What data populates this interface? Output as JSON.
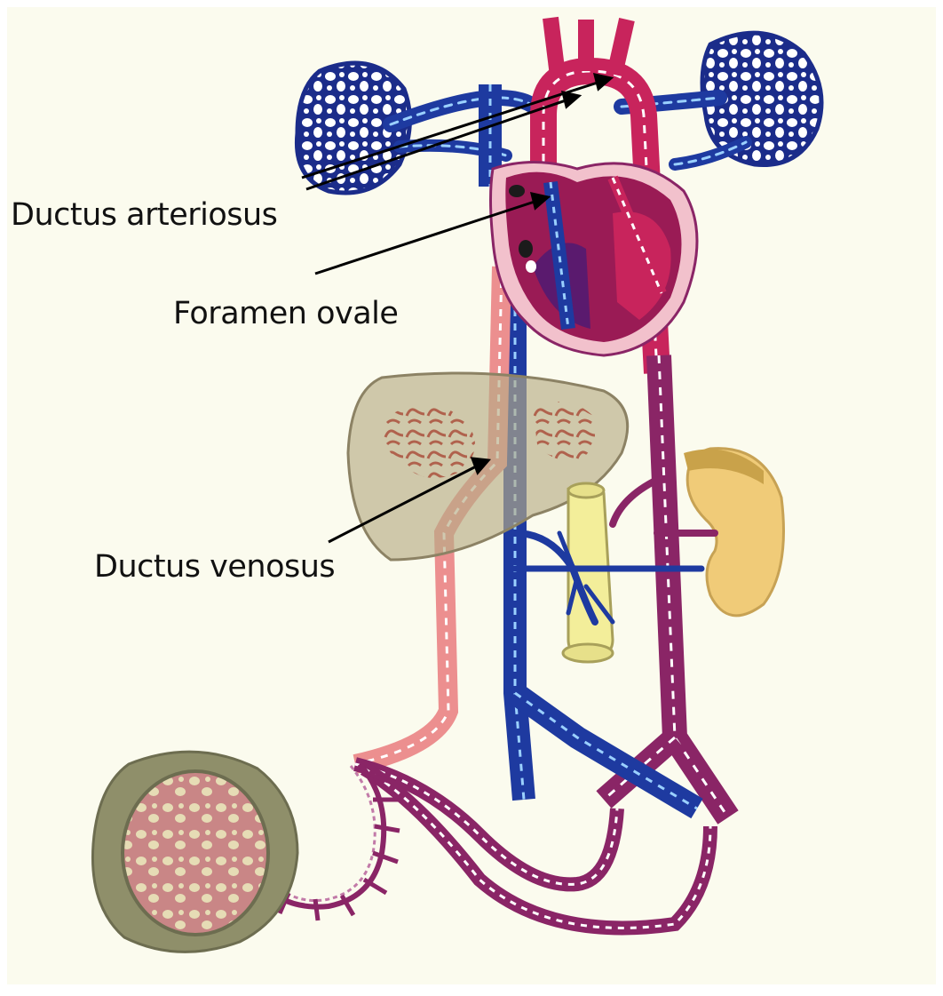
{
  "diagram": {
    "labels": {
      "ductus_arteriosus": "Ductus arteriosus",
      "foramen_ovale": "Foramen ovale",
      "ductus_venosus": "Ductus venosus"
    },
    "colors": {
      "background": "#fbfbee",
      "oxygenated": "#c8245c",
      "deoxygenated": "#1e3aa0",
      "mixed": "#8a2566",
      "umbilical_vein": "#ec8f8f",
      "placenta": "#8f8f6a",
      "liver": "#b7ac86",
      "kidney": "#f0cb78",
      "intestine": "#f3ee9a",
      "heart": "#9a1b55",
      "arrow": "#000000"
    }
  }
}
